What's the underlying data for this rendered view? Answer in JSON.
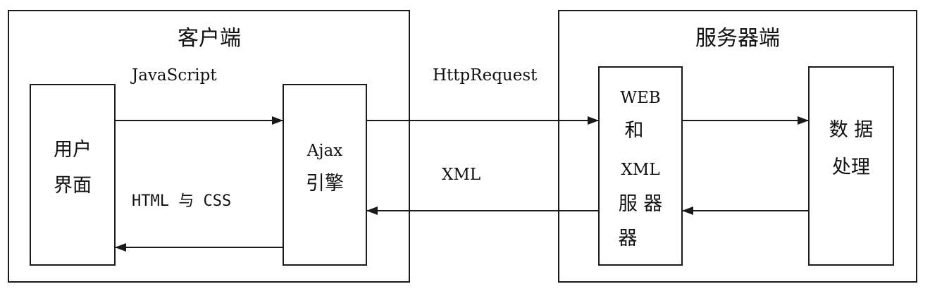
{
  "client": {
    "title": "客户端",
    "user_interface": {
      "line1": "用户",
      "line2": "界面"
    },
    "ajax_engine": {
      "line1": "Ajax",
      "line2": "引擎"
    },
    "call_label": "JavaScript",
    "response_label": "HTML 与 CSS"
  },
  "server": {
    "title": "服务器端",
    "web_server": {
      "line1": "WEB",
      "line2": "和",
      "line3": "XML",
      "line4": "服 器",
      "line5": "器"
    },
    "data_processing": {
      "line1": "数 据",
      "line2": "处理"
    }
  },
  "transport": {
    "request_label": "HttpRequest",
    "response_label": "XML"
  }
}
